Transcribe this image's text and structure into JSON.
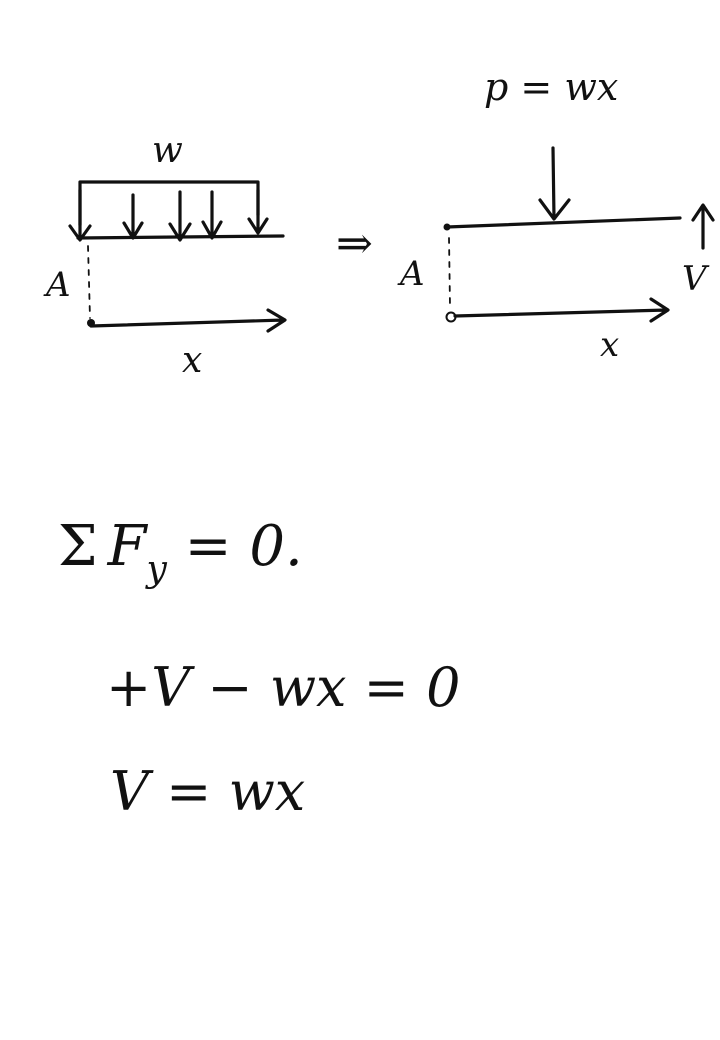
{
  "colors": {
    "ink": "#111111",
    "paper": "#ffffff"
  },
  "left_diagram": {
    "load_label": "w",
    "support_label": "A",
    "axis_label": "x"
  },
  "implies_symbol": "⇒",
  "right_diagram": {
    "force_label": "p = wx",
    "support_label": "A",
    "shear_label": "V",
    "axis_label": "x"
  },
  "equations": {
    "sum_sigma": "Σ",
    "sum_f": "F",
    "sum_sub": "y",
    "sum_rest": " = 0.",
    "equilibrium": "+V − wx = 0",
    "result": "V = wx"
  }
}
